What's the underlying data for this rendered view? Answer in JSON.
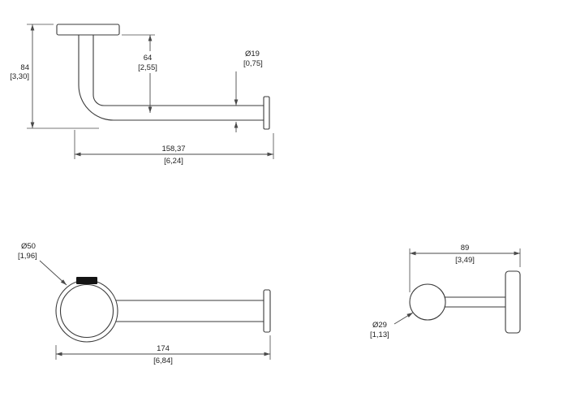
{
  "colors": {
    "background": "#ffffff",
    "part_line": "#3a3a3a",
    "dimension_line": "#4a4a4a",
    "text": "#1d1d1d",
    "badge": "#141414"
  },
  "drawing": {
    "views": {
      "side": {
        "dims": {
          "height": {
            "main": "84",
            "alt": "[3,30]"
          },
          "drop": {
            "main": "64",
            "alt": "[2,55]"
          },
          "bar_diameter": {
            "main": "Ø19",
            "alt": "[0,75]"
          },
          "length": {
            "main": "158,37",
            "alt": "[6,24]"
          }
        }
      },
      "front": {
        "dims": {
          "rosette_diameter": {
            "main": "Ø50",
            "alt": "[1,96]"
          },
          "overall_length": {
            "main": "174",
            "alt": "[6,84]"
          }
        }
      },
      "profile": {
        "dims": {
          "projection": {
            "main": "89",
            "alt": "[3,49]"
          },
          "post_diameter": {
            "main": "Ø29",
            "alt": "[1,13]"
          }
        }
      }
    }
  }
}
